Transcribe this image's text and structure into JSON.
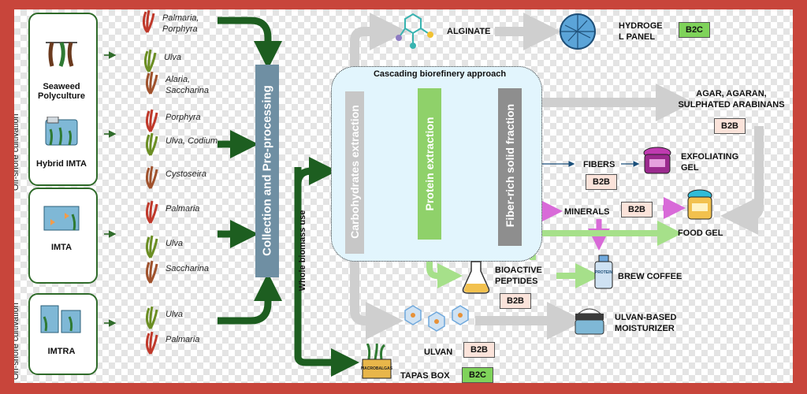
{
  "systems": [
    {
      "label": "Seaweed Polyculture",
      "icon": "seaweed-rope-icon"
    },
    {
      "label": "Hybrid IMTA",
      "icon": "fish-tank-icon"
    },
    {
      "label": "IMTA",
      "icon": "aquarium-icon"
    },
    {
      "label": "IMTRA",
      "icon": "tanks-icon"
    }
  ],
  "side_labels": {
    "top": "Off-shore cultivation",
    "bottom": "On-shore cultivation"
  },
  "species": [
    {
      "name": "Palmaria, Porphyra",
      "color": "#c0392b"
    },
    {
      "name": "Ulva",
      "color": "#6b8e23"
    },
    {
      "name": "Alaria, Saccharina",
      "color": "#a0522d"
    },
    {
      "name": "Porphyra",
      "color": "#c0392b"
    },
    {
      "name": "Ulva, Codium",
      "color": "#6b8e23"
    },
    {
      "name": "Cystoseira",
      "color": "#a0522d"
    },
    {
      "name": "Palmaria",
      "color": "#c0392b"
    },
    {
      "name": "Ulva",
      "color": "#6b8e23"
    },
    {
      "name": "Saccharina",
      "color": "#a0522d"
    },
    {
      "name": "Ulva",
      "color": "#6b8e23"
    },
    {
      "name": "Palmaria",
      "color": "#c0392b"
    }
  ],
  "stages": {
    "collection": "Collection and Pre-processing",
    "whole_biomass": "Whole biomass use",
    "cascading_title": "Cascading biorefinery approach",
    "carbohydrates": "Carbohydrates extraction",
    "protein": "Protein extraction",
    "fiber": "Fiber-rich solid fraction"
  },
  "products": {
    "alginate": "ALGINATE",
    "hydrogel": "HYDROGE L PANEL",
    "agar": "AGAR, AGARAN, SULPHATED ARABINANS",
    "fibers": "FIBERS",
    "exfoliating": "EXFOLIATING GEL",
    "minerals": "MINERALS",
    "food_gel": "FOOD GEL",
    "bioactive": "BIOACTIVE PEPTIDES",
    "brew": "BREW COFFEE",
    "moisturizer": "ULVAN-BASED MOISTURIZER",
    "ulvan": "ULVAN",
    "tapas": "TAPAS BOX"
  },
  "badges": {
    "b2b": "B2B",
    "b2c": "B2C"
  },
  "icon_texts": {
    "tapas": "MACROBALGAS",
    "brew": "PROTEIN"
  },
  "colors": {
    "dark_green": "#1d5e20",
    "light_green": "#a6e08a",
    "magenta": "#d86ad8",
    "grey": "#cfcfcf",
    "slate": "#6f8fa3",
    "protein_green": "#8fd16a",
    "fiber_grey": "#8e8e8e",
    "carb_grey": "#c7c7c7",
    "frame": "#c8453b"
  }
}
